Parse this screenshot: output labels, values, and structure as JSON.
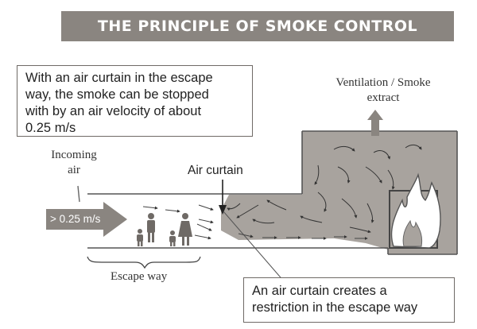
{
  "title": "THE PRINCIPLE OF SMOKE CONTROL",
  "callouts": {
    "top_lines": [
      "With an air curtain in the escape",
      "way, the smoke can be stopped",
      "with by an air velocity of about",
      "0.25 m/s"
    ],
    "bottom_lines": [
      "An air curtain creates a",
      "restriction in the escape way"
    ]
  },
  "labels": {
    "incoming_lines": [
      "Incoming",
      "air"
    ],
    "air_curtain": "Air curtain",
    "ventilation_lines": [
      "Ventilation / Smoke",
      "extract"
    ],
    "escape_way": "Escape way",
    "speed": "> 0.25 m/s"
  },
  "colors": {
    "title_bg": "#8a8580",
    "smoke": "#a8a39e",
    "arrow": "#8a8580",
    "outline": "#555555"
  }
}
